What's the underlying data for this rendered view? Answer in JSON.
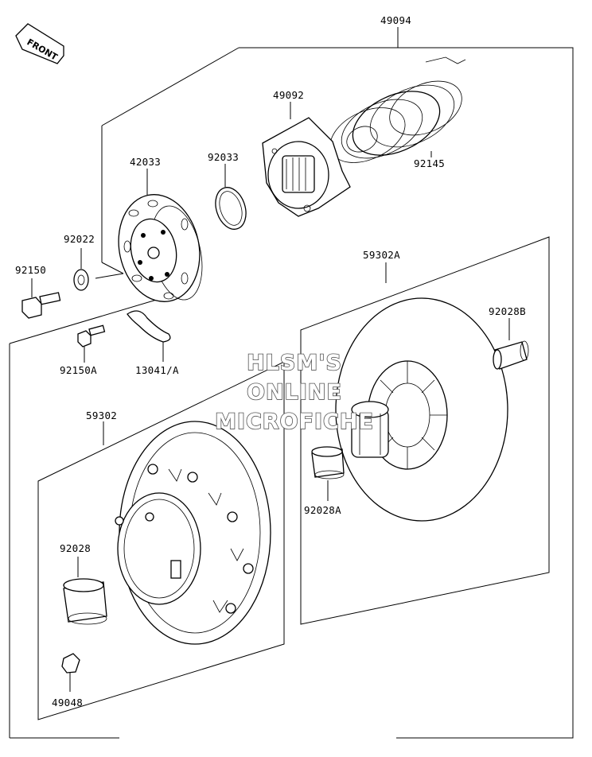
{
  "diagram": {
    "direction_label": "FRONT",
    "parts": [
      {
        "id": "49094"
      },
      {
        "id": "49092"
      },
      {
        "id": "92145"
      },
      {
        "id": "42033"
      },
      {
        "id": "92033"
      },
      {
        "id": "92022"
      },
      {
        "id": "92150"
      },
      {
        "id": "92150A"
      },
      {
        "id": "13041/A"
      },
      {
        "id": "59302A"
      },
      {
        "id": "92028B"
      },
      {
        "id": "92028A"
      },
      {
        "id": "59302"
      },
      {
        "id": "92028"
      },
      {
        "id": "49048"
      }
    ],
    "watermark": [
      "HLSM'S",
      "ONLINE",
      "MICROFICHE"
    ]
  }
}
